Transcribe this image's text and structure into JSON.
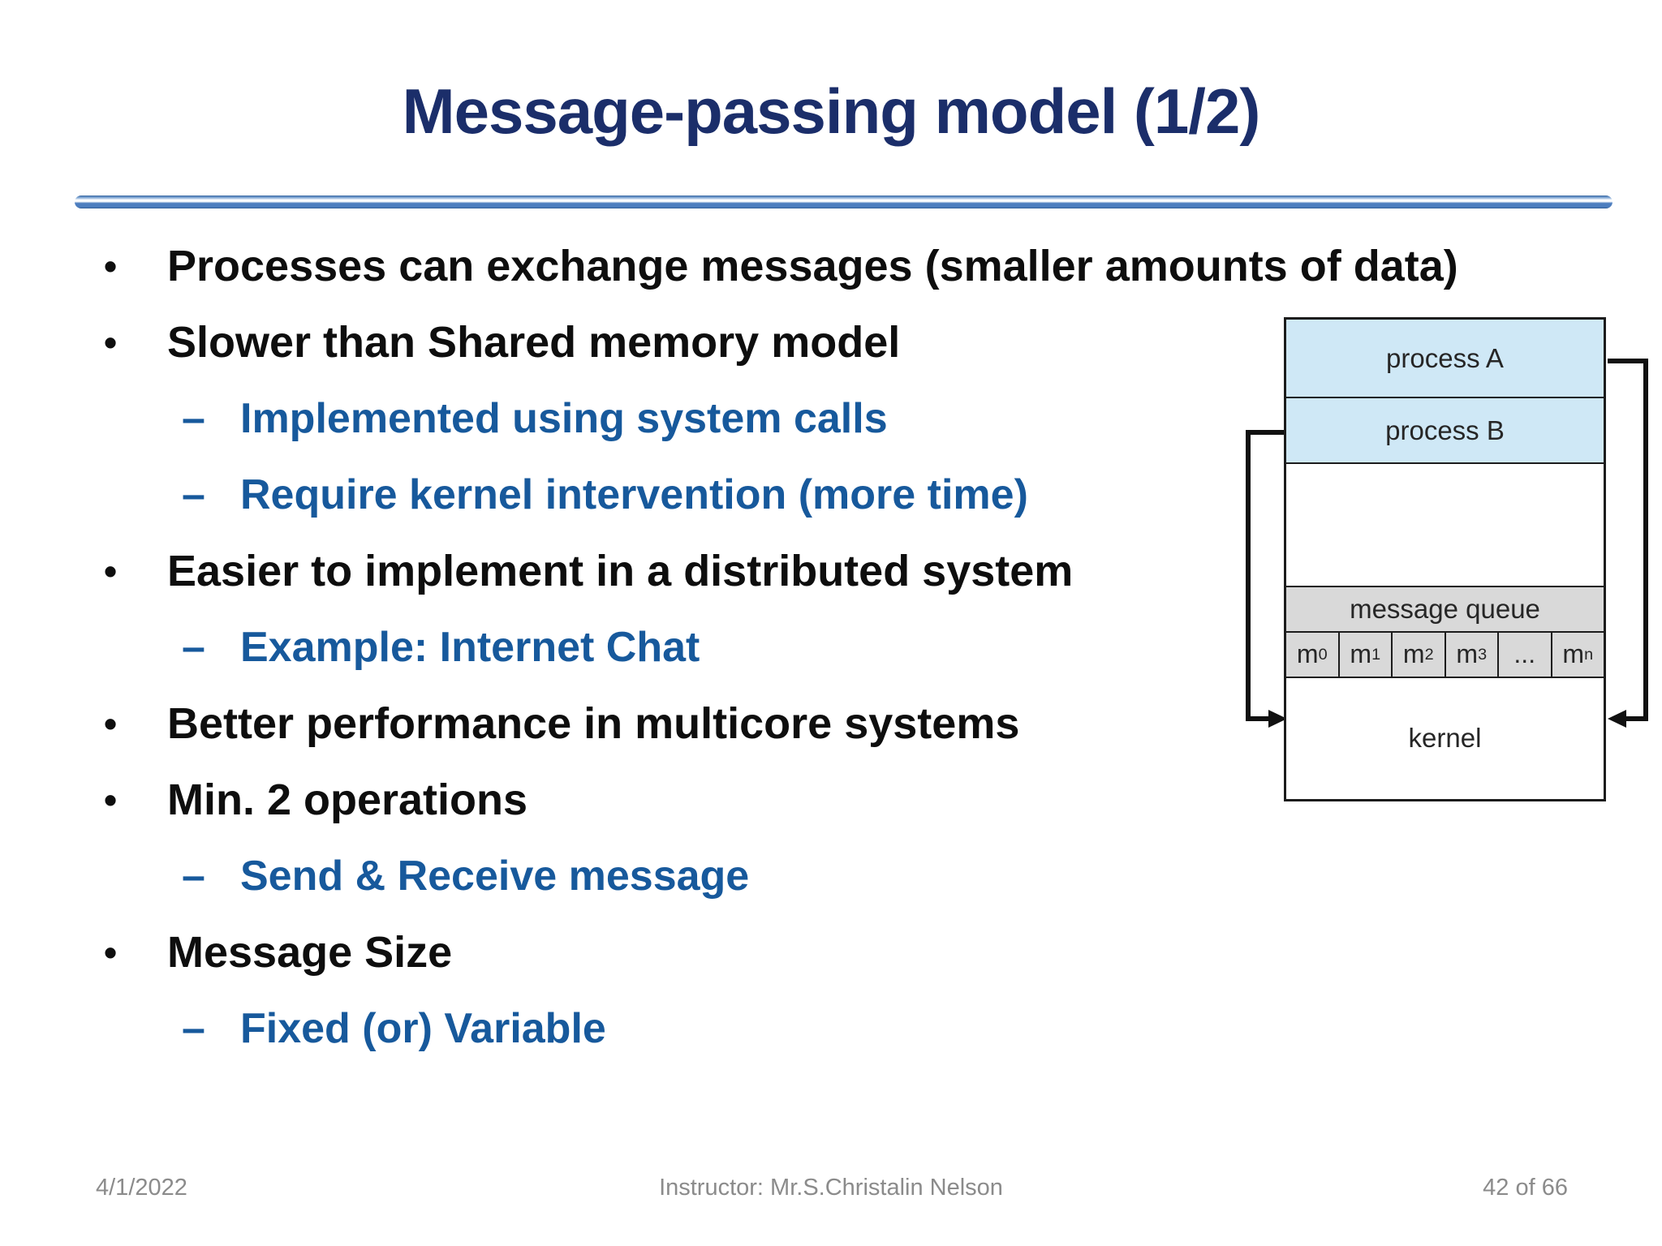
{
  "slide": {
    "title": "Message-passing model (1/2)",
    "bullets": [
      {
        "level": 1,
        "text": "Processes can exchange messages (smaller amounts of data)"
      },
      {
        "level": 1,
        "text": "Slower than Shared memory model"
      },
      {
        "level": 2,
        "text": "Implemented using system calls"
      },
      {
        "level": 2,
        "text": "Require kernel intervention (more time)"
      },
      {
        "level": 1,
        "text": "Easier to implement in a distributed system"
      },
      {
        "level": 2,
        "text": "Example: Internet Chat"
      },
      {
        "level": 1,
        "text": "Better performance in multicore systems"
      },
      {
        "level": 1,
        "text": "Min. 2 operations"
      },
      {
        "level": 2,
        "text": "Send & Receive message"
      },
      {
        "level": 1,
        "text": "Message Size"
      },
      {
        "level": 2,
        "text": "Fixed (or) Variable"
      }
    ],
    "footer": {
      "date": "4/1/2022",
      "center": "Instructor: Mr.S.Christalin Nelson",
      "page": "42 of 66"
    },
    "colors": {
      "title_navy": "#1b2e6a",
      "body_text": "#0e0e0e",
      "sub_bullet_blue": "#17599c",
      "separator_blue": "#4d7ebf",
      "footer_gray": "#8b8b8b"
    }
  },
  "glyphs": {
    "bullet": "•",
    "dash": "–"
  },
  "diagram": {
    "process_a_label": "process A",
    "process_b_label": "process B",
    "message_queue_label": "message queue",
    "kernel_label": "kernel",
    "cells": [
      {
        "t": "m",
        "s": "0"
      },
      {
        "t": "m",
        "s": "1"
      },
      {
        "t": "m",
        "s": "2"
      },
      {
        "t": "m",
        "s": "3"
      },
      {
        "t": "...",
        "s": ""
      },
      {
        "t": "m",
        "s": "n"
      }
    ],
    "colors": {
      "process_fill": "#cfe8f6",
      "queue_fill": "#d9d9d9",
      "border": "#1c1c1c",
      "arrow": "#111111"
    }
  }
}
